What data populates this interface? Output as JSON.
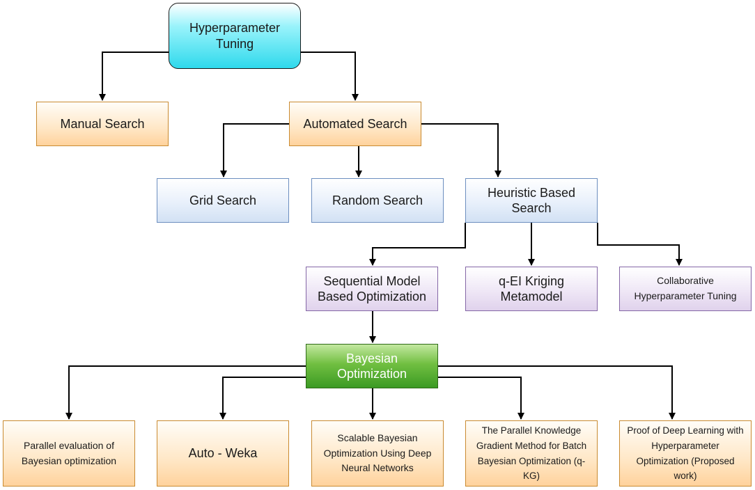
{
  "nodes": {
    "root": {
      "label": "Hyperparameter Tuning"
    },
    "manual_search": {
      "label": "Manual Search"
    },
    "automated_search": {
      "label": "Automated Search"
    },
    "grid_search": {
      "label": "Grid Search"
    },
    "random_search": {
      "label": "Random Search"
    },
    "heuristic_search": {
      "label": "Heuristic Based Search"
    },
    "smbo": {
      "label": "Sequential Model Based Optimization"
    },
    "qei_kriging": {
      "label": "q-EI Kriging Metamodel"
    },
    "collaborative": {
      "label": "Collaborative Hyperparameter Tuning"
    },
    "bayesian": {
      "label": "Bayesian Optimization"
    },
    "parallel_eval": {
      "label": "Parallel evaluation of Bayesian optimization"
    },
    "auto_weka": {
      "label": "Auto - Weka"
    },
    "scalable_bo": {
      "label": "Scalable Bayesian Optimization Using Deep Neural Networks"
    },
    "qkg": {
      "label": "The Parallel Knowledge Gradient Method for Batch Bayesian Optimization (q-KG)"
    },
    "proof_dl": {
      "label": "Proof of Deep Learning with Hyperparameter Optimization (Proposed work)"
    }
  },
  "edges": [
    {
      "from": "root",
      "to": "manual_search"
    },
    {
      "from": "root",
      "to": "automated_search"
    },
    {
      "from": "automated_search",
      "to": "grid_search"
    },
    {
      "from": "automated_search",
      "to": "random_search"
    },
    {
      "from": "automated_search",
      "to": "heuristic_search"
    },
    {
      "from": "heuristic_search",
      "to": "smbo"
    },
    {
      "from": "heuristic_search",
      "to": "qei_kriging"
    },
    {
      "from": "heuristic_search",
      "to": "collaborative"
    },
    {
      "from": "smbo",
      "to": "bayesian"
    },
    {
      "from": "bayesian",
      "to": "parallel_eval"
    },
    {
      "from": "bayesian",
      "to": "auto_weka"
    },
    {
      "from": "bayesian",
      "to": "scalable_bo"
    },
    {
      "from": "bayesian",
      "to": "qkg"
    },
    {
      "from": "bayesian",
      "to": "proof_dl"
    }
  ],
  "colors": {
    "root_fill": "#2fd9ec",
    "orange_fill": "#ffe2bd",
    "orange_border": "#c98a30",
    "blue_fill": "#dde8f7",
    "blue_border": "#6c8ebf",
    "purple_fill": "#e8dcf2",
    "purple_border": "#8466a6",
    "green_fill": "#5cad35",
    "green_border": "#2e6b18",
    "connector": "#000000"
  }
}
